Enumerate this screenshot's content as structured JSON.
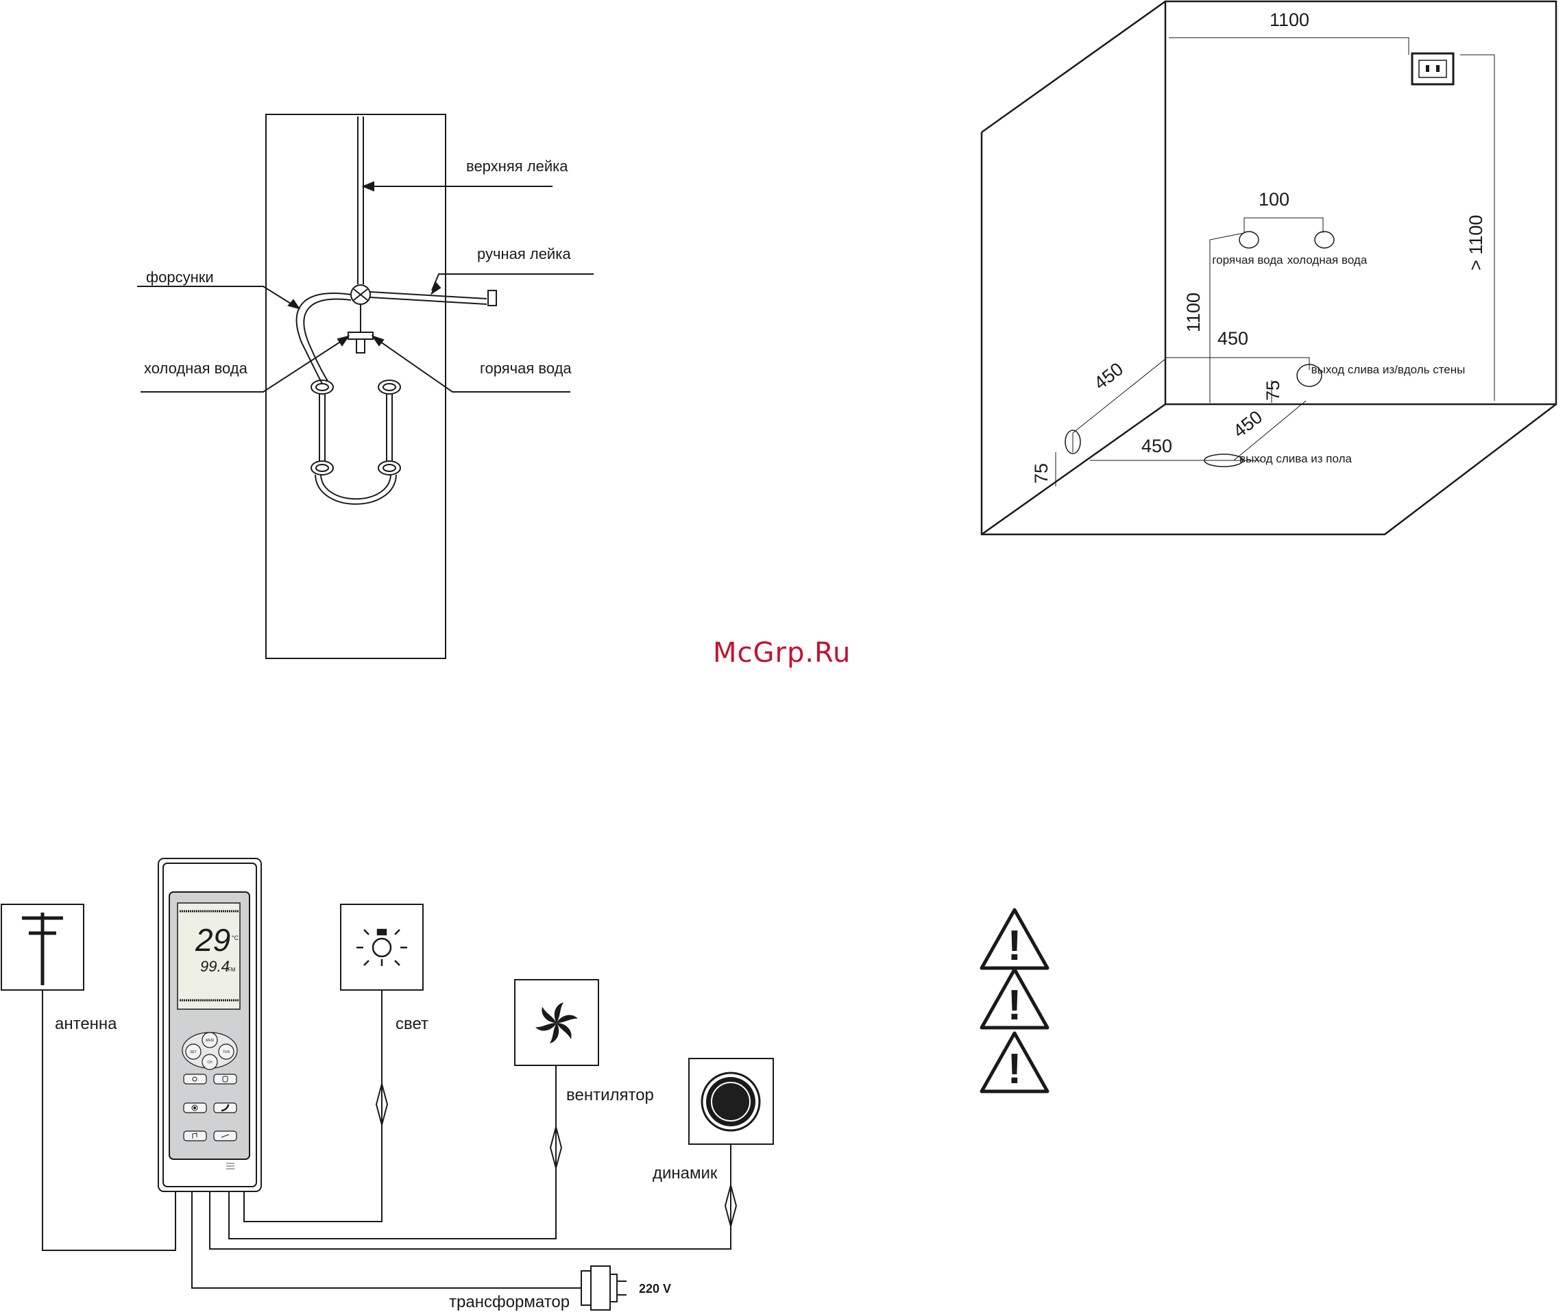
{
  "watermark": {
    "text": "McGrp.Ru",
    "color": "#c8102e"
  },
  "shower_panel": {
    "top_shower": "верхняя лейка",
    "hand_shower": "ручная лейка",
    "nozzles": "форсунки",
    "cold_water": "холодная вода",
    "hot_water": "горячая вода"
  },
  "room_plan": {
    "top_width": "1100",
    "valve_spacing": "100",
    "hot_water": "горячая вода",
    "cold_water": "холодная вода",
    "outlet_height": "> 1100",
    "valve_height": "1100",
    "drain_offset_back": "450",
    "drain_offset_side": "450",
    "drain_height_back": "75",
    "drain_height_side": "75",
    "floor_offset_x": "450",
    "floor_offset_y": "450",
    "wall_drain": "выход слива из/вдоль стены",
    "floor_drain": "выход слива из пола"
  },
  "wiring": {
    "antenna": "антенна",
    "light": "свет",
    "fan": "вентилятор",
    "speaker": "динамик",
    "transformer": "трансформатор",
    "voltage": "220 V"
  },
  "remote": {
    "temperature": "29",
    "temperature_unit": "°C",
    "frequency": "99.4",
    "band": "FM",
    "btn_mem": "MEM",
    "btn_set": "SET",
    "btn_tun": "TUN",
    "btn_ch": "CH"
  },
  "warnings": {
    "count": 3,
    "symbol": "!"
  }
}
